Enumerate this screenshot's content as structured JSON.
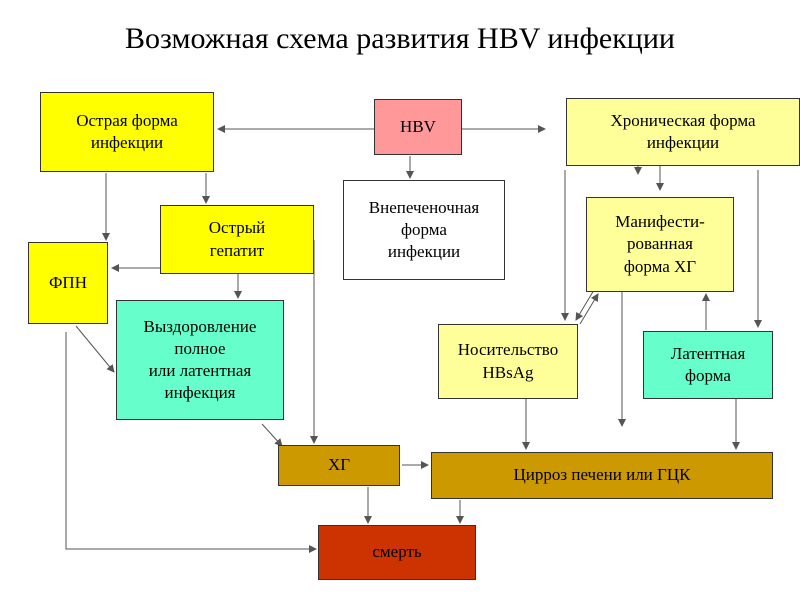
{
  "title": "Возможная схема развития HBV инфекции",
  "colors": {
    "yellow": "#ffff00",
    "light_yellow": "#ffff99",
    "pink": "#ff9999",
    "white": "#ffffff",
    "teal": "#66ffcc",
    "olive": "#cc9900",
    "red": "#cc3300",
    "arrow": "#555555"
  },
  "nodes": {
    "acute_form": "Острая форма\nинфекции",
    "hbv": "HBV",
    "chronic_form": "Хроническая форма\n    инфекции",
    "extrahepatic": "Внепеченочная\nформа\nинфекции",
    "acute_hepatitis": "Острый\nгепатит",
    "fpn": "ФПН",
    "manifest": "Манифести-\nрованная\nформа ХГ",
    "recovery": "Выздоровление\nполное\nили латентная\nинфекция",
    "carrier": "Носительство\nHBsAg",
    "latent": "Латентная\nформа",
    "hg": "ХГ",
    "cirrhosis": "Цирроз печени или ГЦК",
    "death": "смерть"
  }
}
